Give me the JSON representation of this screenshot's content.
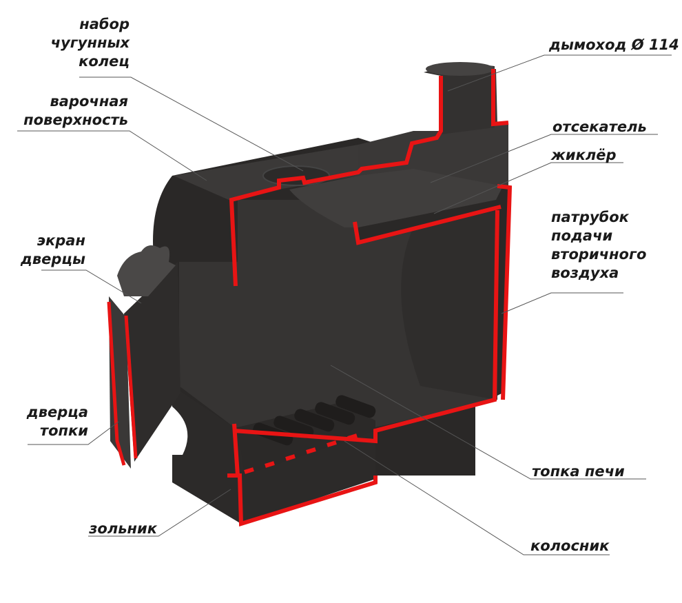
{
  "colors": {
    "body": "#2e2c2b",
    "body_light": "#3a3837",
    "body_dark": "#242222",
    "cut": "#e81414",
    "leader": "#555555",
    "text": "#1a1a1a"
  },
  "labels": {
    "rings": [
      "набор",
      "чугунных",
      "колец"
    ],
    "cooktop": [
      "варочная",
      "поверхность"
    ],
    "flue": "дымоход Ø 114",
    "cutoff": "отсекатель",
    "jet": "жиклёр",
    "secondary_air": [
      "патрубок",
      "подачи",
      "вторичного",
      "воздуха"
    ],
    "door_screen": [
      "экран",
      "дверцы"
    ],
    "firebox_door": [
      "дверца",
      "топки"
    ],
    "firebox": "топка печи",
    "ashpit": "зольник",
    "grate": "колосник"
  }
}
